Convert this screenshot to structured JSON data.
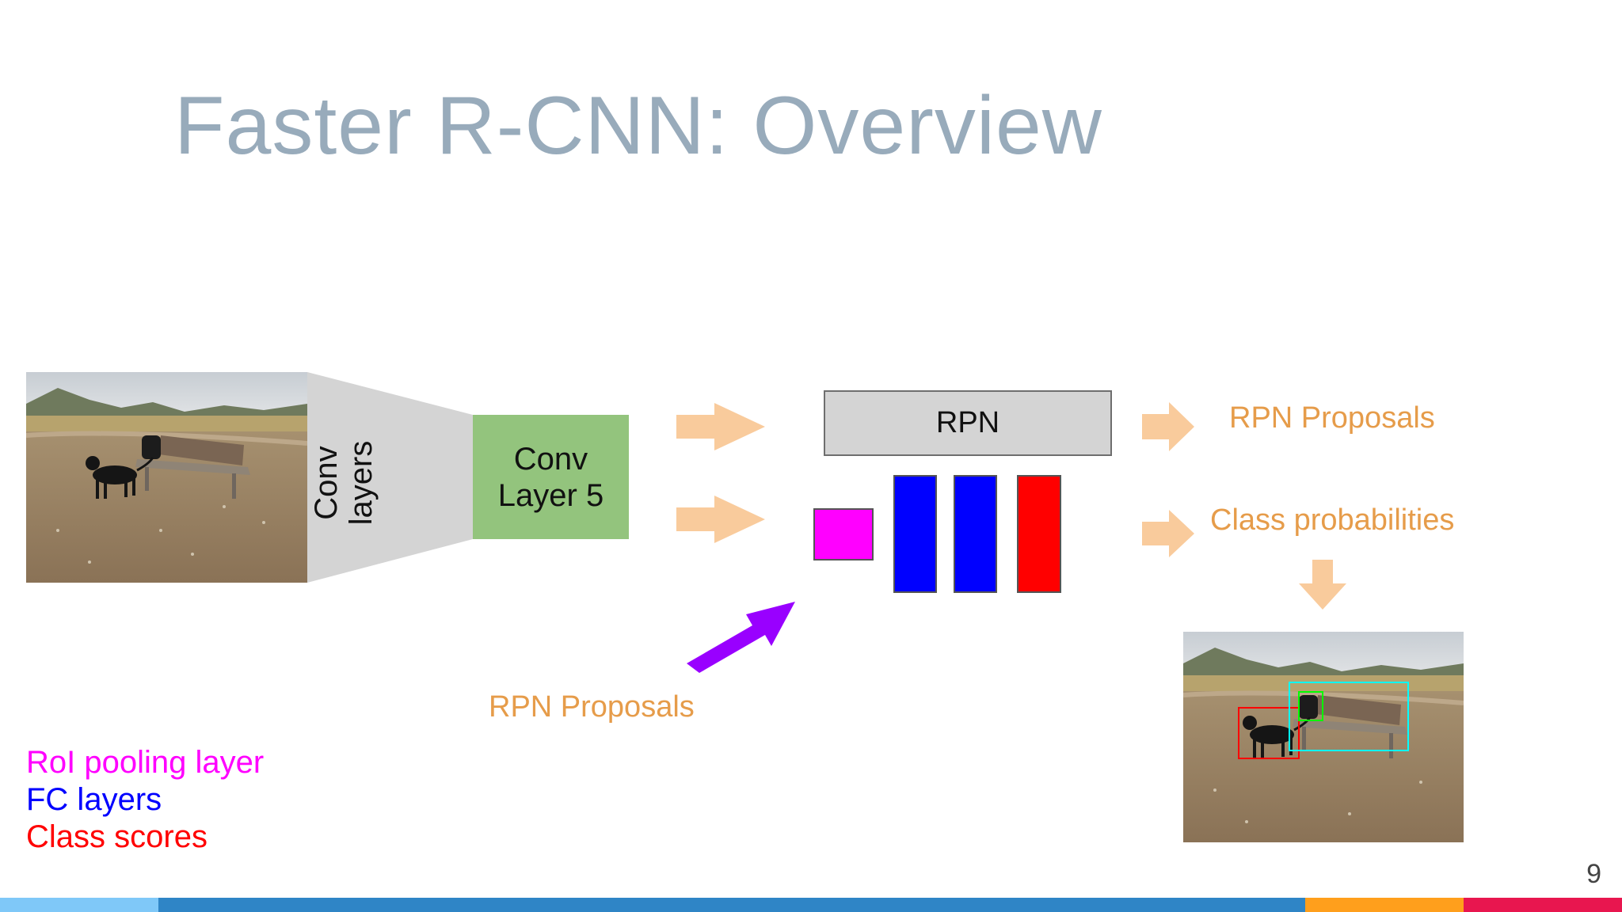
{
  "title": "Faster R-CNN: Overview",
  "blocks": {
    "conv_layers_line1": "Conv",
    "conv_layers_line2": "layers",
    "conv5_line1": "Conv",
    "conv5_line2": "Layer 5",
    "rpn": "RPN"
  },
  "outputs": {
    "rpn_proposals_top": "RPN Proposals",
    "class_probabilities": "Class probabilities",
    "rpn_proposals_bottom": "RPN Proposals"
  },
  "legend": [
    {
      "label": "RoI pooling layer",
      "color": "#ff00ff"
    },
    {
      "label": "FC layers",
      "color": "#0000ff"
    },
    {
      "label": "Class scores",
      "color": "#ff0000"
    }
  ],
  "colors": {
    "title": "#98abbb",
    "orange_text": "#e69c4a",
    "arrow": "#f9cb9c",
    "purple_arrow": "#9900ff",
    "conv5": "#93c47d",
    "rpn_box": "#d4d4d4",
    "roi_pool": "#ff00ff",
    "fc": "#0000ff",
    "class_scores": "#ff0000",
    "bbox_dog": "#ff0000",
    "bbox_bench": "#00ffff",
    "bbox_backpack": "#00ff00"
  },
  "page_number": "9",
  "bottom_bar_colors": [
    "#7fc8f8",
    "#2f85c6",
    "#ff9f1c",
    "#e8164f"
  ]
}
